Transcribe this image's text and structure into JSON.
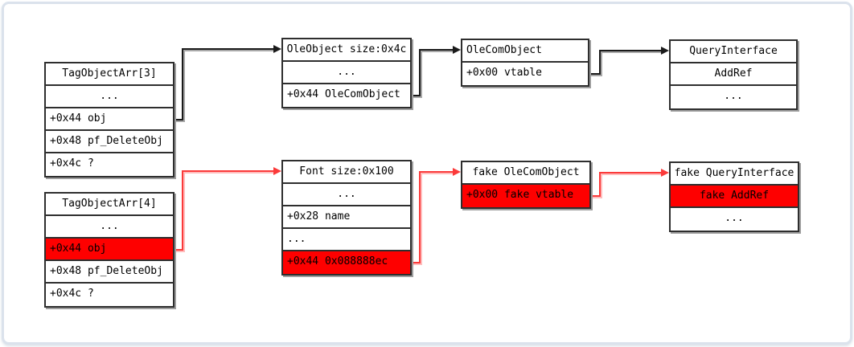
{
  "colors": {
    "highlight": "#fe0000",
    "lineBlack": "#1a1a1a",
    "lineBlackShadow": "#a8a8a8",
    "lineRed": "#fb3a3a",
    "lineRedShadow": "#ffbcbc",
    "boxBorder": "#2e2e2e",
    "frameBorder": "#dbe2ec"
  },
  "boxes": [
    {
      "name": "tag-object-arr-3",
      "title": "TagObjectArr[3]",
      "rows": [
        "...",
        "+0x44 obj",
        "+0x48 pf_DeleteObj",
        "+0x4c ?"
      ]
    },
    {
      "name": "tag-object-arr-4",
      "title": "TagObjectArr[4]",
      "rows": [
        "...",
        "+0x44 obj",
        "+0x48 pf_DeleteObj",
        "+0x4c ?"
      ]
    },
    {
      "name": "ole-object",
      "title": "OleObject size:0x4c",
      "rows": [
        "...",
        "+0x44 OleComObject"
      ]
    },
    {
      "name": "ole-com-object",
      "title": "OleComObject",
      "rows": [
        "+0x00 vtable"
      ]
    },
    {
      "name": "query-interface",
      "title": "QueryInterface",
      "rows": [
        "AddRef",
        "..."
      ]
    },
    {
      "name": "font-object",
      "title": "Font size:0x100",
      "rows": [
        "...",
        "+0x28 name",
        "...",
        "+0x44 0x088888ec"
      ]
    },
    {
      "name": "fake-ole-com-object",
      "title": "fake OleComObject",
      "rows": [
        "+0x00 fake vtable"
      ]
    },
    {
      "name": "fake-query-interface",
      "title": "fake QueryInterface",
      "rows": [
        "fake AddRef",
        "..."
      ]
    }
  ]
}
